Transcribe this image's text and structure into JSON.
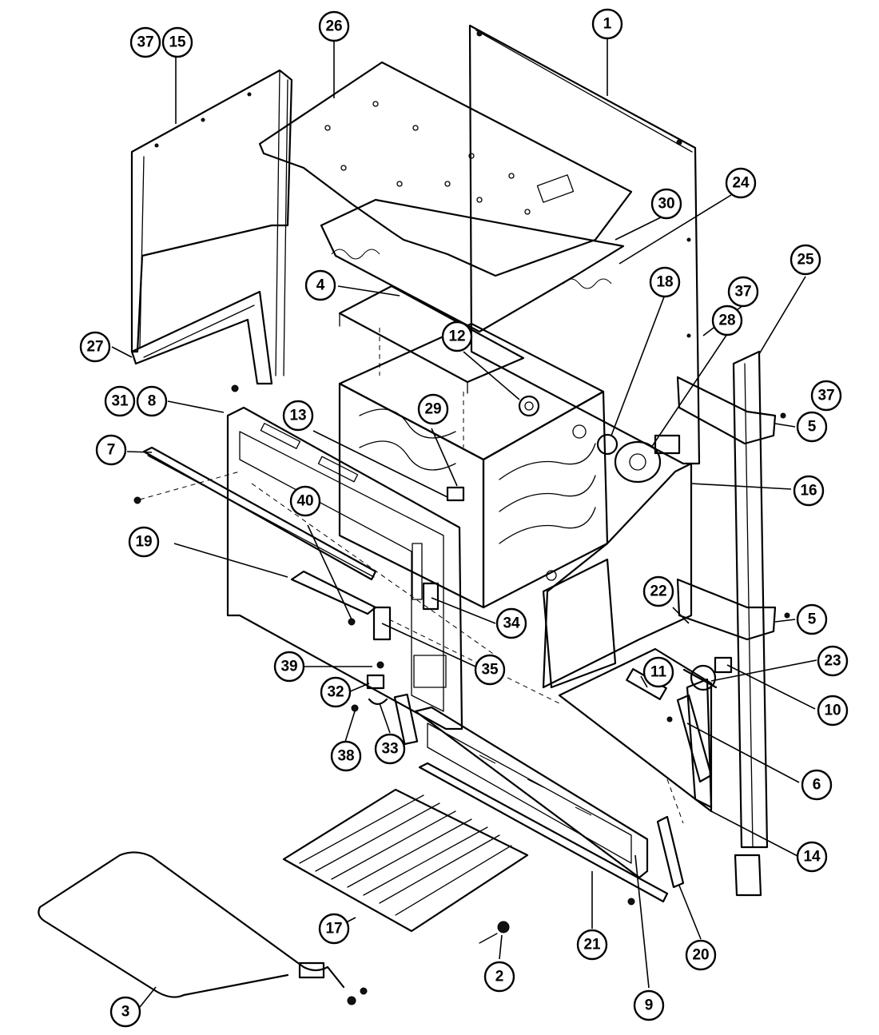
{
  "diagram": {
    "type": "exploded-parts-view",
    "callouts": [
      {
        "id": "c1",
        "label": "1"
      },
      {
        "id": "c2",
        "label": "2"
      },
      {
        "id": "c3",
        "label": "3"
      },
      {
        "id": "c4",
        "label": "4"
      },
      {
        "id": "c5a",
        "label": "5"
      },
      {
        "id": "c5b",
        "label": "5"
      },
      {
        "id": "c6",
        "label": "6"
      },
      {
        "id": "c7",
        "label": "7"
      },
      {
        "id": "c8",
        "label": "8"
      },
      {
        "id": "c9",
        "label": "9"
      },
      {
        "id": "c10",
        "label": "10"
      },
      {
        "id": "c11",
        "label": "11"
      },
      {
        "id": "c12",
        "label": "12"
      },
      {
        "id": "c13",
        "label": "13"
      },
      {
        "id": "c14",
        "label": "14"
      },
      {
        "id": "c15",
        "label": "15"
      },
      {
        "id": "c16",
        "label": "16"
      },
      {
        "id": "c17",
        "label": "17"
      },
      {
        "id": "c18",
        "label": "18"
      },
      {
        "id": "c19",
        "label": "19"
      },
      {
        "id": "c20",
        "label": "20"
      },
      {
        "id": "c21",
        "label": "21"
      },
      {
        "id": "c22",
        "label": "22"
      },
      {
        "id": "c23",
        "label": "23"
      },
      {
        "id": "c24",
        "label": "24"
      },
      {
        "id": "c25",
        "label": "25"
      },
      {
        "id": "c26",
        "label": "26"
      },
      {
        "id": "c27",
        "label": "27"
      },
      {
        "id": "c28",
        "label": "28"
      },
      {
        "id": "c29",
        "label": "29"
      },
      {
        "id": "c30",
        "label": "30"
      },
      {
        "id": "c31",
        "label": "31"
      },
      {
        "id": "c32",
        "label": "32"
      },
      {
        "id": "c33",
        "label": "33"
      },
      {
        "id": "c34",
        "label": "34"
      },
      {
        "id": "c35",
        "label": "35"
      },
      {
        "id": "c37a",
        "label": "37"
      },
      {
        "id": "c37b",
        "label": "37"
      },
      {
        "id": "c37c",
        "label": "37"
      },
      {
        "id": "c38",
        "label": "38"
      },
      {
        "id": "c39",
        "label": "39"
      },
      {
        "id": "c40",
        "label": "40"
      }
    ]
  }
}
